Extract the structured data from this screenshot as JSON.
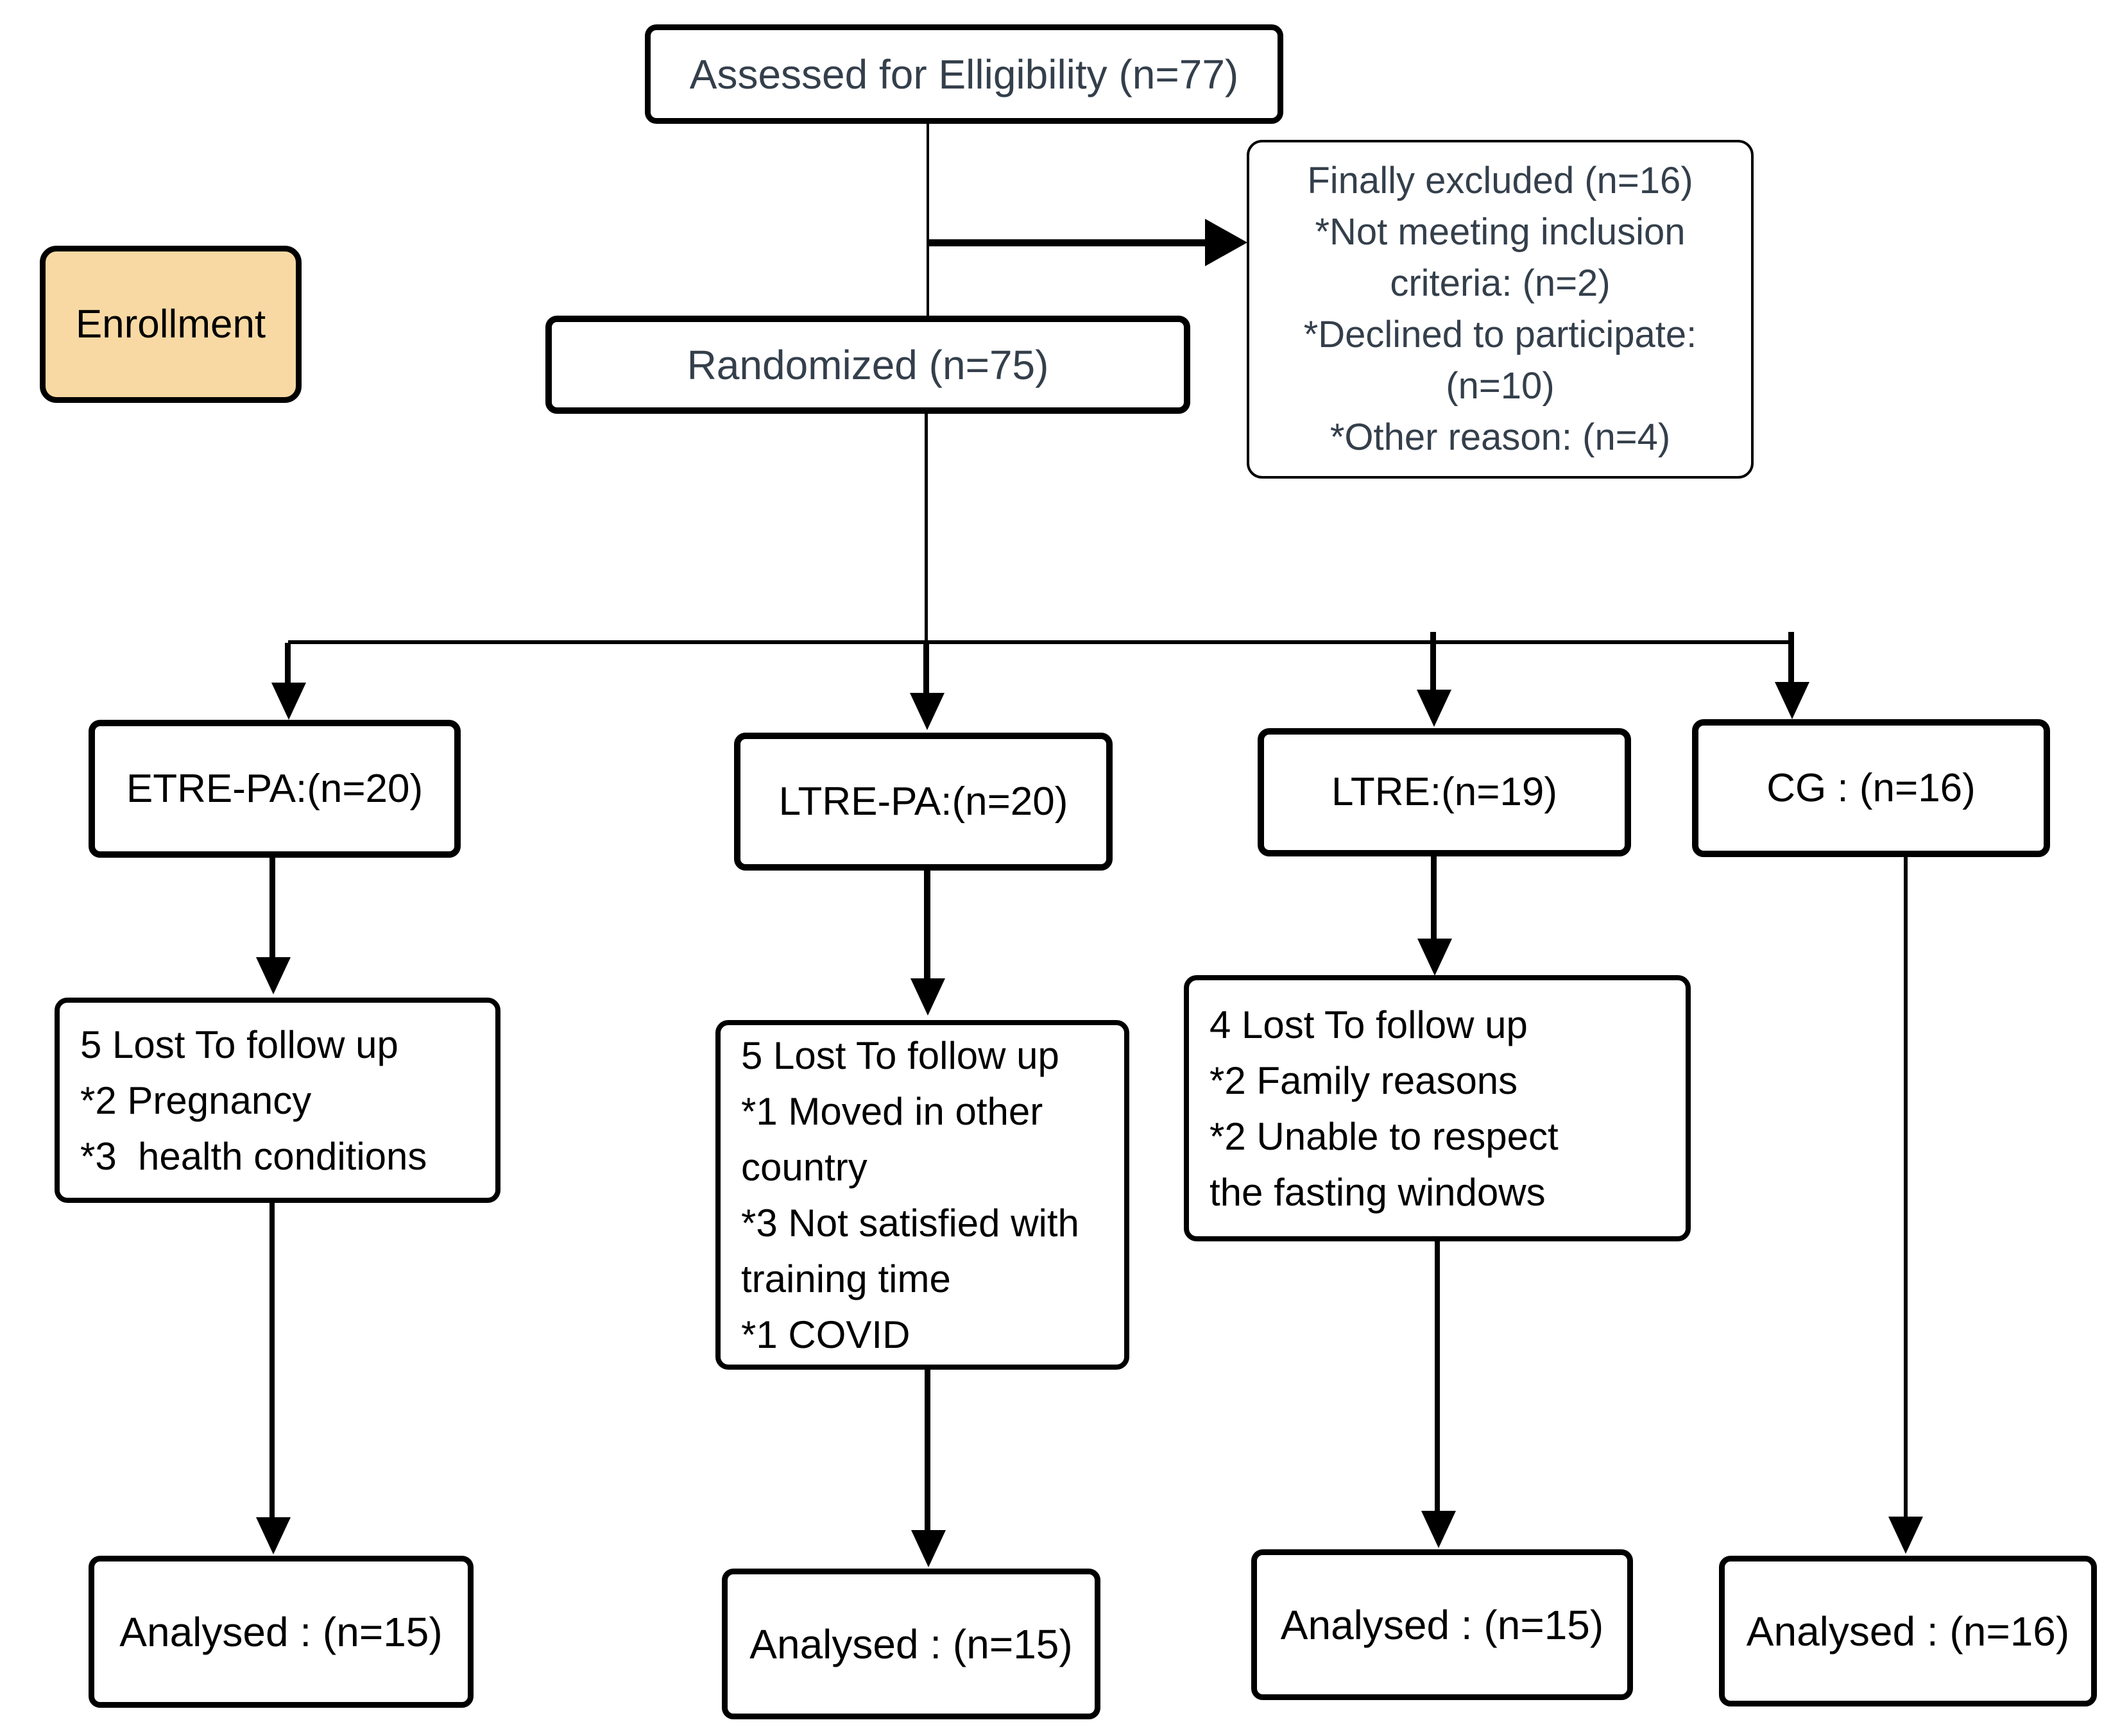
{
  "colors": {
    "background": "#ffffff",
    "box_border": "#000000",
    "enrollment_fill": "#f8d9a3",
    "primary_text": "#000000",
    "slate_text": "#343f4b"
  },
  "flowchart": {
    "enrollment": {
      "label": "Enrollment"
    },
    "assessed": {
      "label": "Assessed for Elligibility (n=77)"
    },
    "excluded": {
      "lines": [
        "Finally excluded (n=16)",
        "*Not meeting inclusion",
        "criteria: (n=2)",
        "*Declined to participate:",
        "(n=10)",
        "*Other reason: (n=4)"
      ]
    },
    "randomized": {
      "label": "Randomized (n=75)"
    },
    "groups": [
      {
        "label": "ETRE-PA:(n=20)"
      },
      {
        "label": "LTRE-PA:(n=20)"
      },
      {
        "label": "LTRE:(n=19)"
      },
      {
        "label": "CG : (n=16)"
      }
    ],
    "lost": [
      {
        "lines": [
          "5 Lost To follow up",
          "*2 Pregnancy",
          "*3  health conditions"
        ]
      },
      {
        "lines": [
          "5 Lost To follow up",
          "*1 Moved in other",
          "country",
          "*3 Not satisfied with",
          "training time",
          "*1 COVID"
        ]
      },
      {
        "lines": [
          "4 Lost To follow up",
          "*2 Family reasons",
          "*2 Unable to respect",
          "the fasting windows"
        ]
      }
    ],
    "analysed": [
      {
        "label": "Analysed : (n=15)"
      },
      {
        "label": "Analysed : (n=15)"
      },
      {
        "label": "Analysed : (n=15)"
      },
      {
        "label": "Analysed : (n=16)"
      }
    ]
  }
}
